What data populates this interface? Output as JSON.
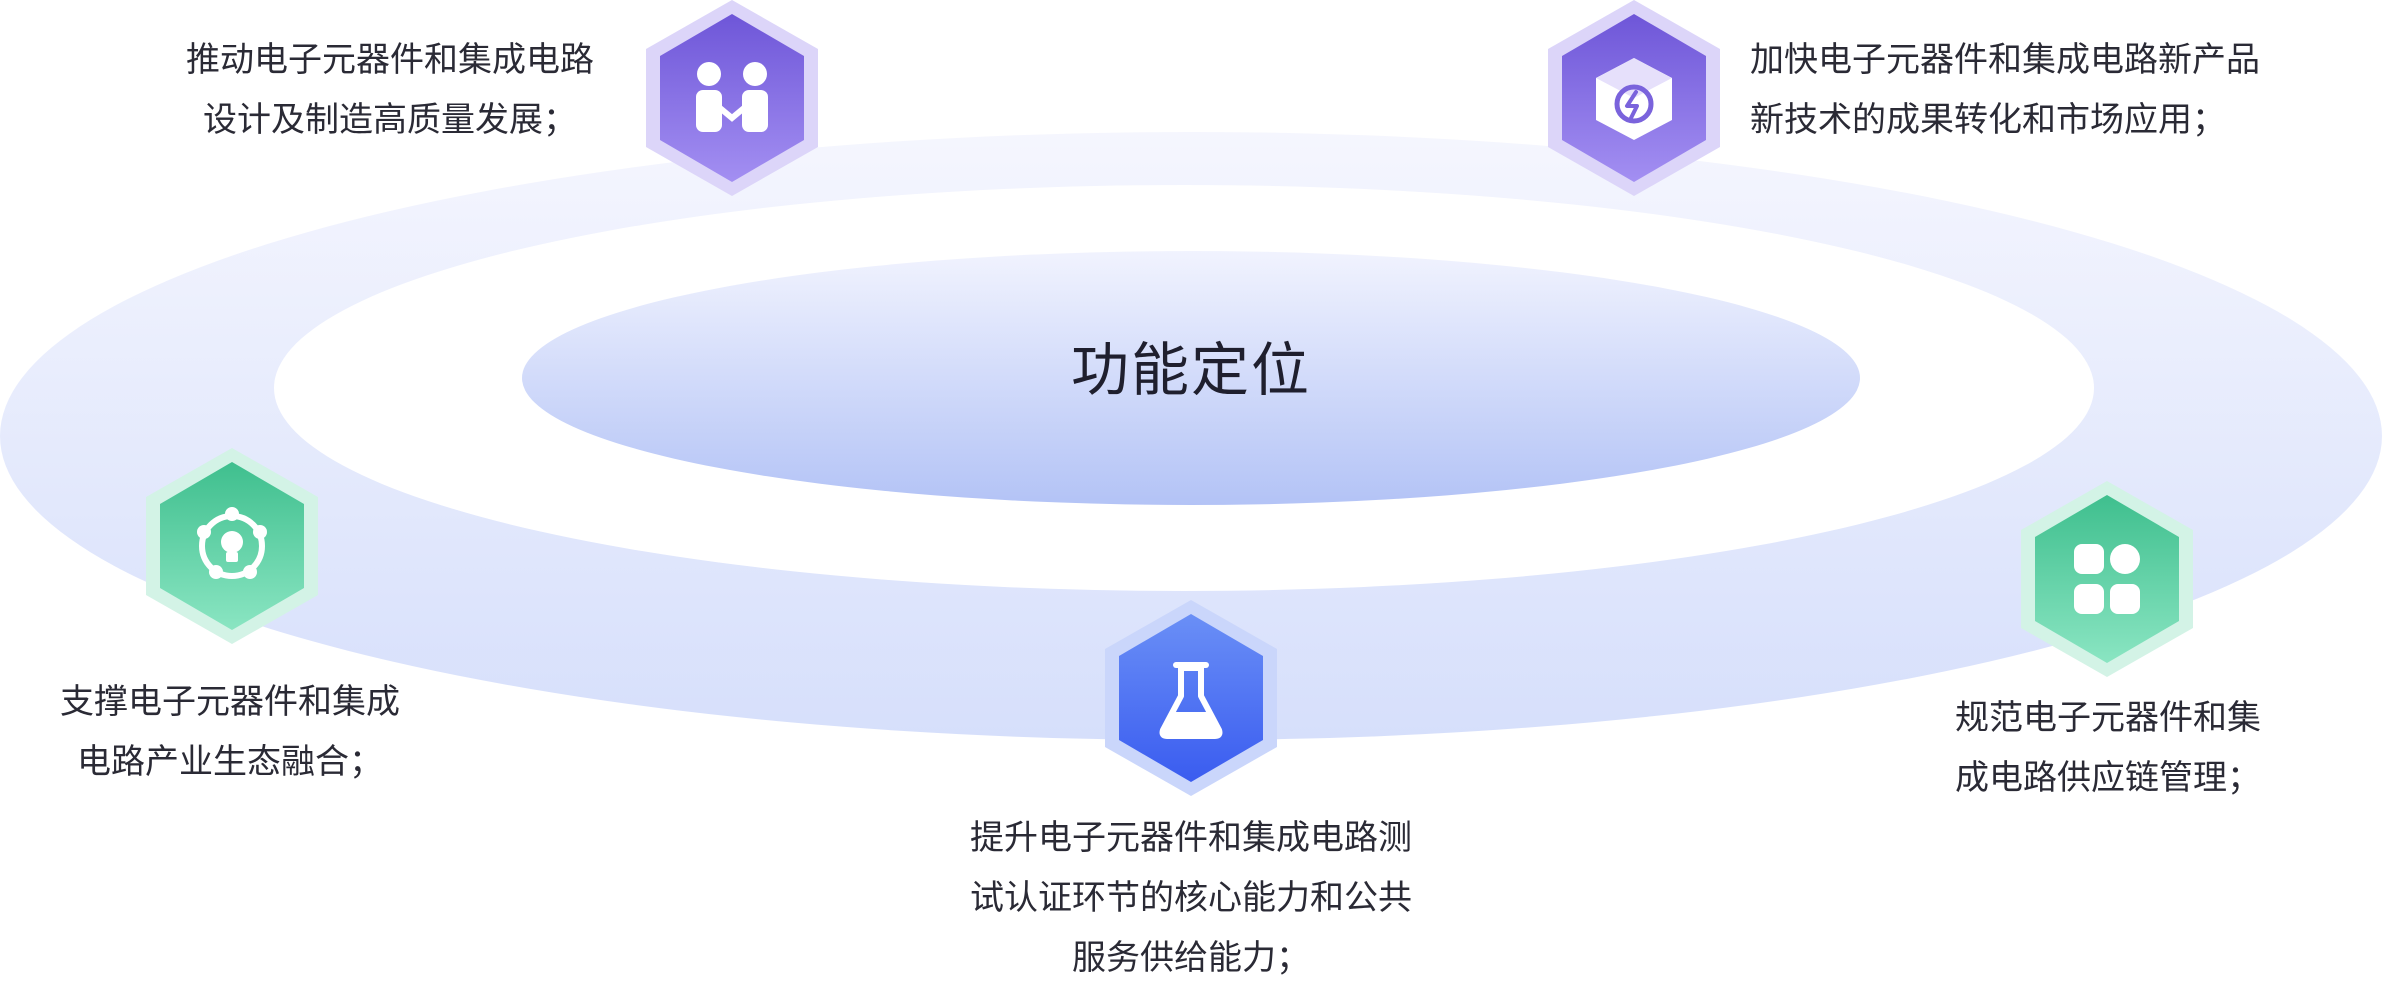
{
  "center": {
    "title": "功能定位"
  },
  "nodes": [
    {
      "icon": "handshake-people-icon",
      "theme": "purple",
      "lines": [
        "推动电子元器件和集成电路",
        "设计及制造高质量发展；"
      ]
    },
    {
      "icon": "product-refresh-box-icon",
      "theme": "purple",
      "lines": [
        "加快电子元器件和集成电路新产品",
        "新技术的成果转化和市场应用；"
      ]
    },
    {
      "icon": "lightbulb-network-icon",
      "theme": "green",
      "lines": [
        "支撑电子元器件和集成",
        "电路产业生态融合；"
      ]
    },
    {
      "icon": "flask-icon",
      "theme": "blue",
      "lines": [
        "提升电子元器件和集成电路测",
        "试认证环节的核心能力和公共",
        "服务供给能力；"
      ]
    },
    {
      "icon": "app-grid-icon",
      "theme": "green",
      "lines": [
        "规范电子元器件和集",
        "成电路供应链管理；"
      ]
    }
  ],
  "colors": {
    "purple_light": "#9f8cf0",
    "purple_dark": "#6e56d8",
    "purple_halo": "#d9d2f8",
    "blue_light": "#5b86f5",
    "blue_dark": "#3b5ef0",
    "blue_halo": "#c8d4fb",
    "green_light": "#7fe0b9",
    "green_dark": "#3cbf8c",
    "green_halo": "#cdf1e2",
    "ring_outer": "#dfe5fb",
    "ring_inner": "#b7c6f7"
  }
}
